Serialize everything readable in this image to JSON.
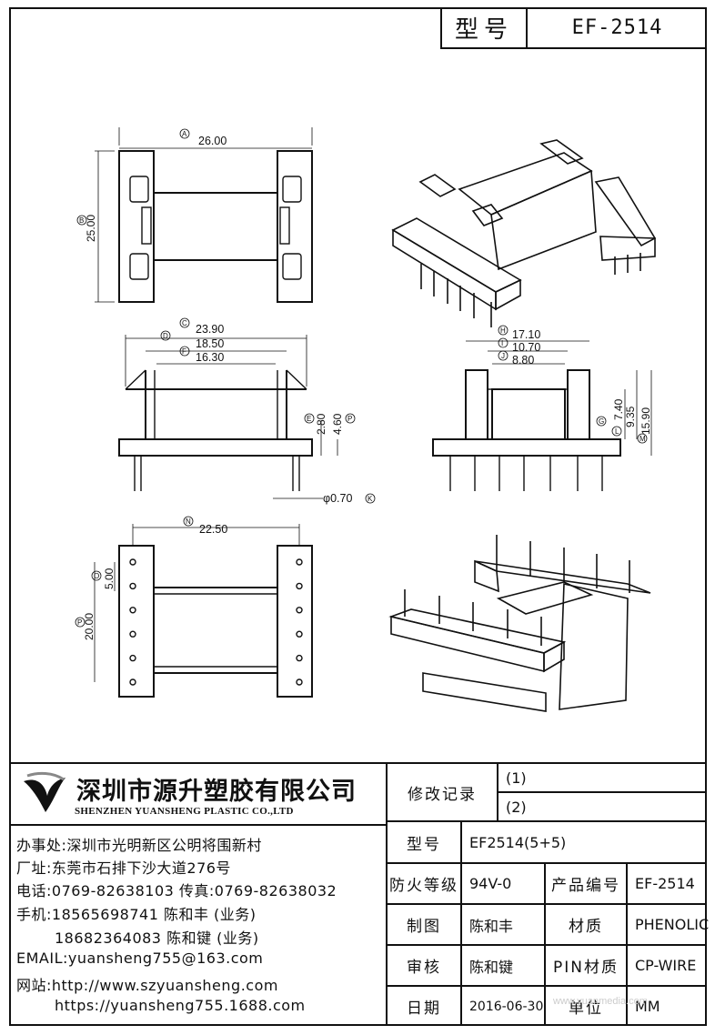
{
  "header": {
    "model_label": "型号",
    "model_value": "EF-2514"
  },
  "drawing": {
    "top_view": {
      "width_dim": "26.00",
      "height_dim": "25.00",
      "tag_a": "A",
      "tag_b": "B"
    },
    "side_view": {
      "dim_c": "23.90",
      "dim_d": "18.50",
      "dim_f": "16.30",
      "dim_e1": "2.80",
      "dim_e2": "4.60",
      "pin_dia": "φ0.70",
      "tag_c": "C",
      "tag_d": "D",
      "tag_f": "F",
      "tag_e": "E",
      "tag_p": "P",
      "tag_k": "K"
    },
    "front_view": {
      "dim_h": "17.10",
      "dim_i": "10.70",
      "dim_j": "8.80",
      "dim_g1": "7.40",
      "dim_g2": "9.35",
      "dim_g3": "15.90",
      "tag_h": "H",
      "tag_i": "I",
      "tag_j": "J",
      "tag_g": "G",
      "tag_l": "L",
      "tag_m": "M"
    },
    "bottom_view": {
      "dim_n": "22.50",
      "dim_o": "5.00",
      "dim_p": "20.00",
      "tag_n": "N",
      "tag_o": "O",
      "tag_p": "P"
    }
  },
  "company": {
    "name_cn": "深圳市源升塑胶有限公司",
    "name_en": "SHENZHEN YUANSHENG PLASTIC CO.,LTD",
    "office": "办事处:深圳市光明新区公明将围新村",
    "factory": "厂址:东莞市石排下沙大道276号",
    "phone": "电话:0769-82638103 传真:0769-82638032",
    "mobile1": "手机:18565698741 陈和丰 (业务)",
    "mobile2": "18682364083 陈和键 (业务)",
    "email": "EMAIL:yuansheng755@163.com",
    "web1": "网站:http://www.szyuansheng.com",
    "web2": "https://yuansheng755.1688.com"
  },
  "title_block": {
    "revision_label": "修改记录",
    "rev1": "(1)",
    "rev2": "(2)",
    "model_label": "型号",
    "model_value": "EF2514(5+5)",
    "fire_label": "防火等级",
    "fire_value": "94V-0",
    "product_no_label": "产品编号",
    "product_no_value": "EF-2514",
    "drawn_label": "制图",
    "drawn_value": "陈和丰",
    "material_label": "材质",
    "material_value": "PHENOLIC",
    "review_label": "审核",
    "review_value": "陈和键",
    "pin_label": "PIN材质",
    "pin_value": "CP-WIRE",
    "date_label": "日期",
    "date_value": "2016-06-30",
    "unit_label": "单位",
    "unit_value": "MM"
  },
  "watermark": "www.yuanmedia.com"
}
